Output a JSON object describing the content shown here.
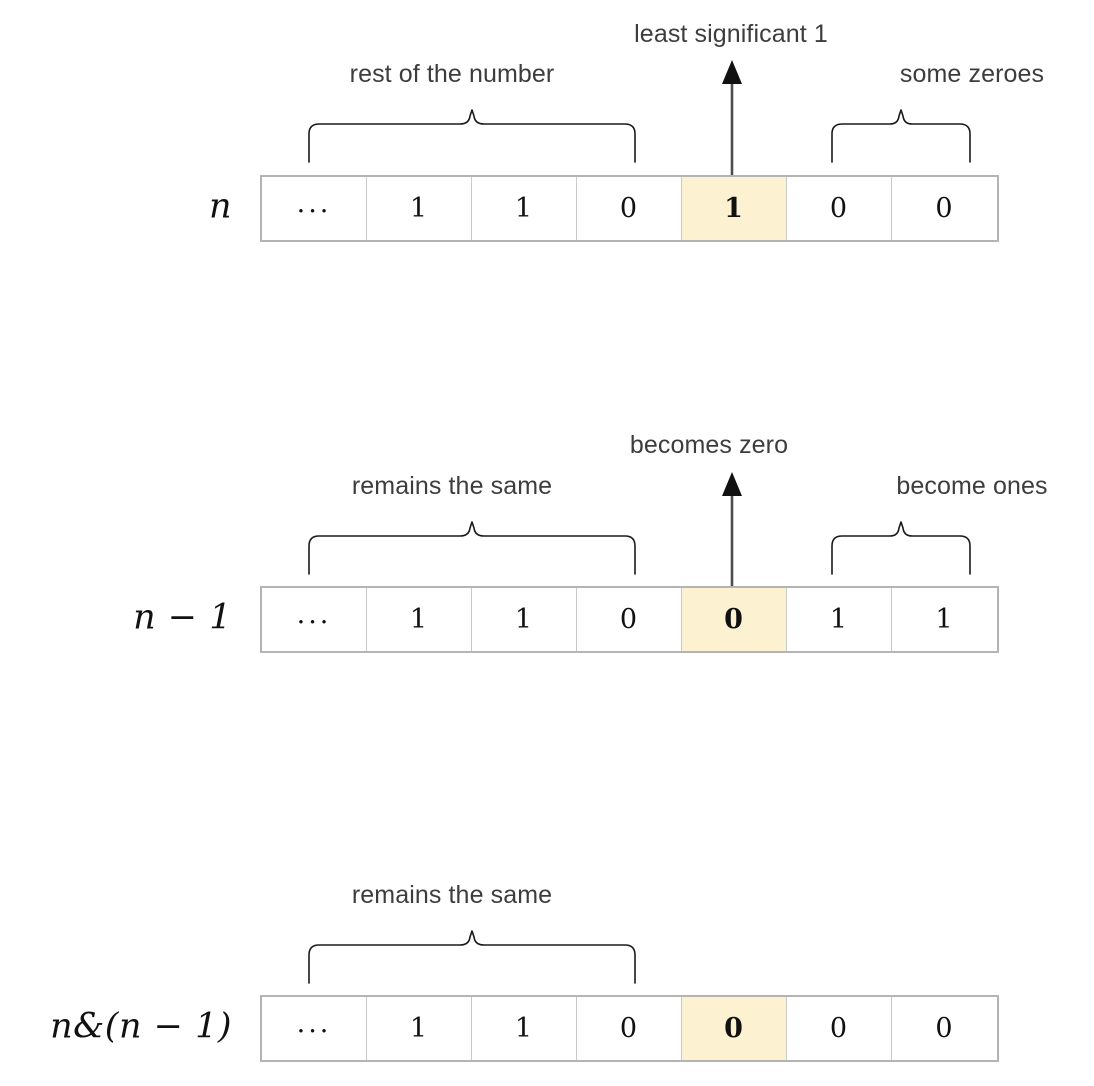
{
  "diagram": {
    "title_semantic": "bit-manipulation n and n-minus-1 diagram",
    "colors": {
      "highlight_cell": "#fcf1d0",
      "table_outer_border": "#b4b4b4",
      "table_inner_border": "#c9c9c9",
      "annotation_text": "#3d3d3d",
      "bit_text": "#111111",
      "brace_stroke": "#1a1a1a",
      "arrow_stroke": "#4d4d4d",
      "background": "#ffffff"
    },
    "rows": [
      {
        "id": "row-n",
        "label_parts": {
          "var": "n",
          "op": "",
          "num": ""
        },
        "label_text": "n",
        "bits": [
          "...",
          "1",
          "1",
          "0",
          "1",
          "0",
          "0"
        ],
        "highlight_index": 4,
        "annotations": {
          "left": "rest of the number",
          "center": "least significant 1",
          "right": "some zeroes"
        }
      },
      {
        "id": "row-n-minus-1",
        "label_parts": {
          "var": "n",
          "op": "−",
          "num": "1"
        },
        "label_text": "n − 1",
        "bits": [
          "...",
          "1",
          "1",
          "0",
          "0",
          "1",
          "1"
        ],
        "highlight_index": 4,
        "annotations": {
          "left": "remains the same",
          "center": "becomes zero",
          "right": "become ones"
        }
      },
      {
        "id": "row-n-and-n-minus-1",
        "label_parts": {
          "var": "n",
          "op": "&",
          "num": "(n − 1)"
        },
        "label_text": "n&(n − 1)",
        "bits": [
          "...",
          "1",
          "1",
          "0",
          "0",
          "0",
          "0"
        ],
        "highlight_index": 4,
        "annotations": {
          "left": "remains the same",
          "center": "",
          "right": ""
        }
      }
    ]
  }
}
